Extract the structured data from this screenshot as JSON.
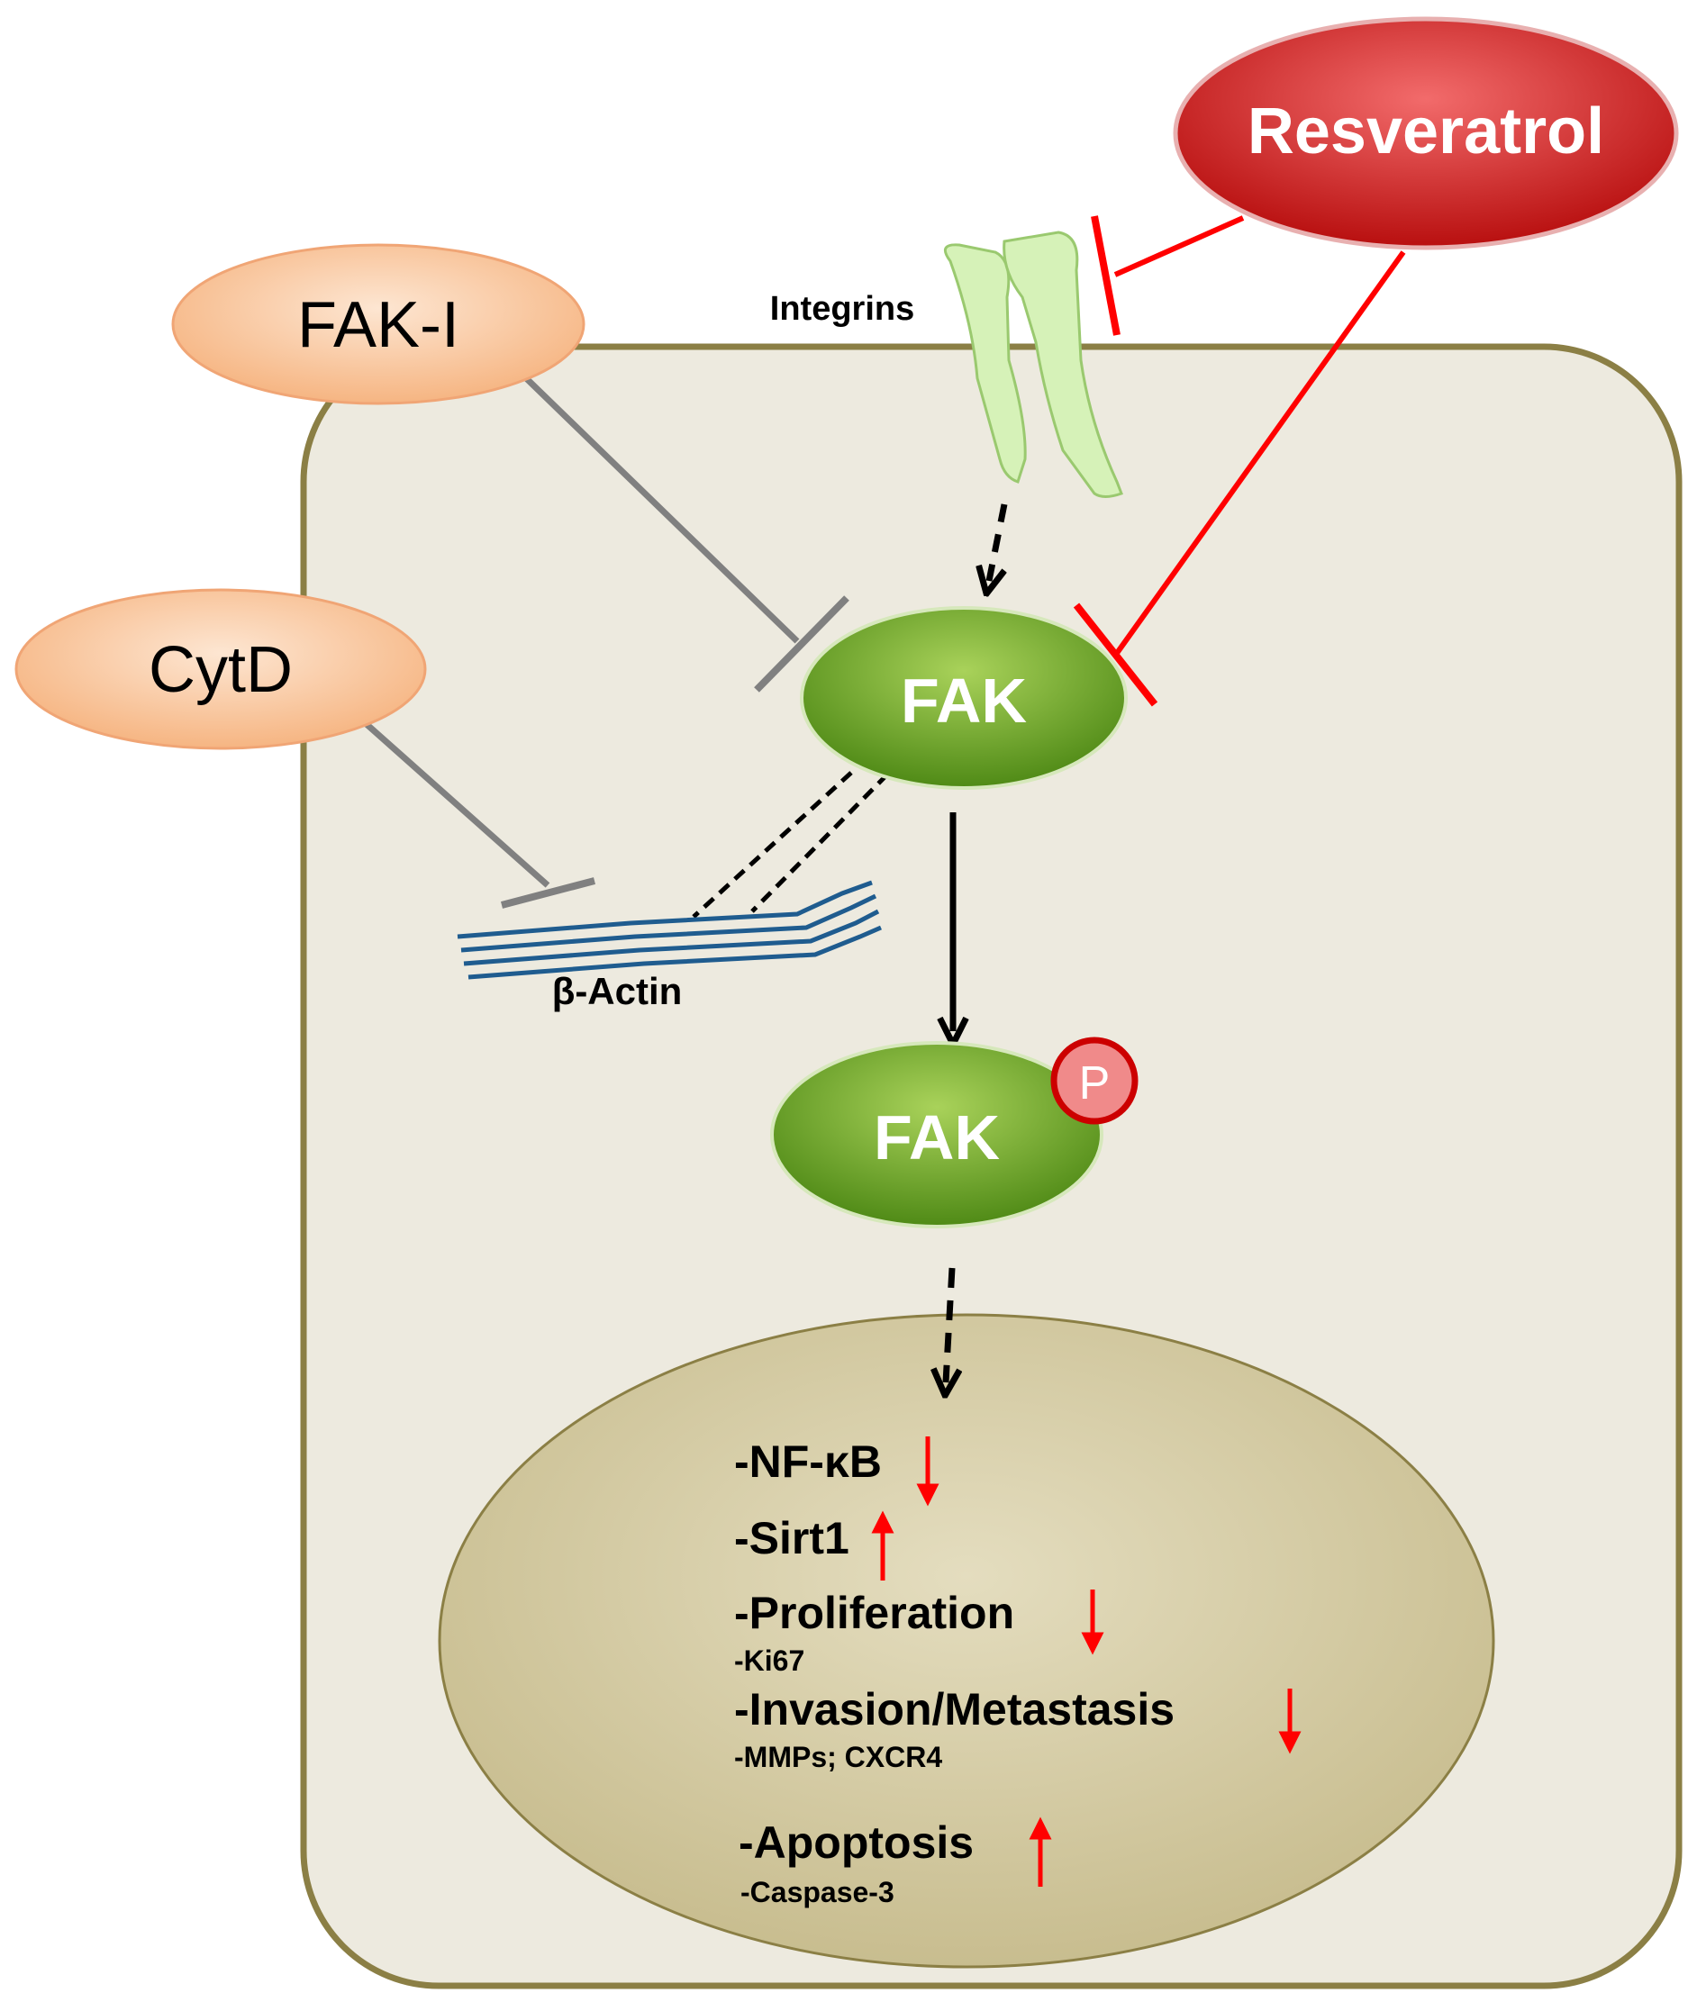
{
  "agents": {
    "resveratrol": "Resveratrol",
    "fak_inhibitor": "FAK-I",
    "cytd": "CytD"
  },
  "membrane": {
    "integrins": "Integrins"
  },
  "cytoplasm": {
    "fak": "FAK",
    "fak_phospho": "FAK",
    "phospho_mark": "P",
    "actin": "β-Actin"
  },
  "nucleus": {
    "effects": [
      {
        "label": "-NF-κB",
        "sub": "",
        "direction": "down"
      },
      {
        "label": "-Sirt1",
        "sub": "",
        "direction": "up"
      },
      {
        "label": "-Proliferation",
        "sub": "-Ki67",
        "direction": "down"
      },
      {
        "label": "-Invasion/Metastasis",
        "sub": "-MMPs; CXCR4",
        "direction": "down"
      },
      {
        "label": "-Apoptosis",
        "sub": "-Caspase-3",
        "direction": "up"
      }
    ]
  },
  "colors": {
    "cell_fill": "#edeadf",
    "cell_border": "#8b7f45",
    "nucleus_fill": "#d4cca6",
    "resveratrol": "#d42020",
    "fak_green": "#6fa428",
    "agent_orange": "#f9c39a",
    "inhibition_gray": "#808080",
    "inhibition_red": "#ff0000",
    "actin_blue": "#1f5c8f",
    "integrin_green": "#d6f2b8"
  }
}
